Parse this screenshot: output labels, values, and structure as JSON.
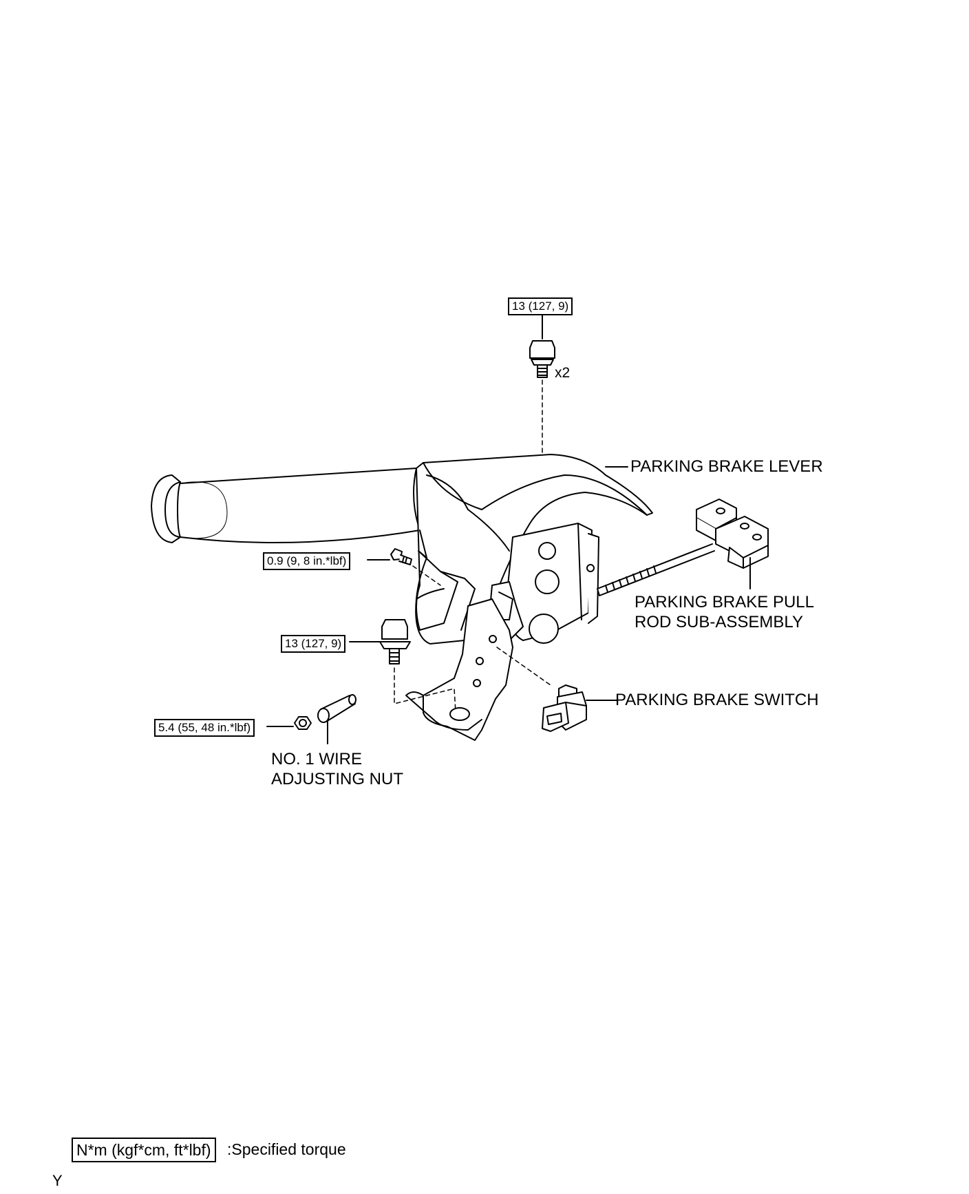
{
  "callouts": {
    "top_bolt_torque": "13 (127, 9)",
    "top_bolt_qty": "x2",
    "screw_torque": "0.9 (9, 8 in.*lbf)",
    "mid_bolt_torque": "13 (127, 9)",
    "nut_torque": "5.4 (55, 48 in.*lbf)"
  },
  "parts": {
    "lever": "PARKING BRAKE LEVER",
    "pull_rod_line1": "PARKING BRAKE PULL",
    "pull_rod_line2": "ROD SUB-ASSEMBLY",
    "switch": "PARKING BRAKE SWITCH",
    "nut_line1": "NO. 1 WIRE",
    "nut_line2": "ADJUSTING NUT"
  },
  "legend": {
    "unit_box": "N*m (kgf*cm, ft*lbf)",
    "unit_text": ":Specified torque"
  },
  "corner_mark": "Y"
}
